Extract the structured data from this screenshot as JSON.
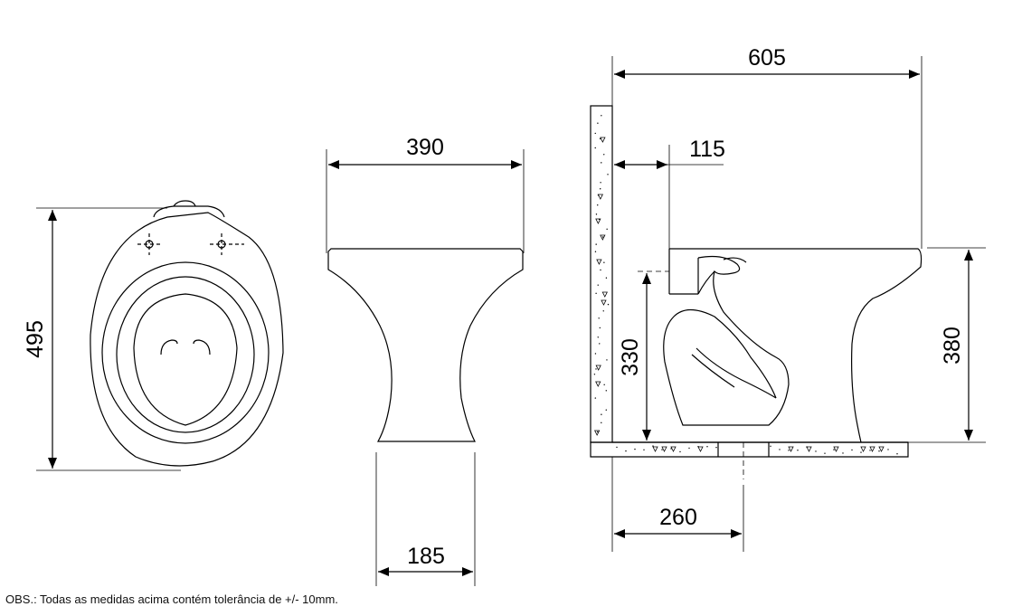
{
  "dimensions": {
    "top_depth": "495",
    "front_width": "390",
    "front_base": "185",
    "side_length": "605",
    "side_outlet_offset": "115",
    "side_outlet_height": "330",
    "side_height": "380",
    "side_floor_outlet": "260"
  },
  "note": "OBS.: Todas as medidas acima contém tolerância de +/- 10mm.",
  "colors": {
    "line": "#000000",
    "background": "#ffffff"
  }
}
